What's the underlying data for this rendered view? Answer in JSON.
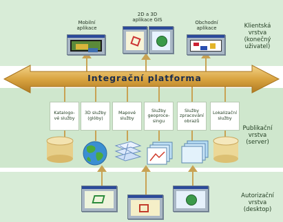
{
  "layers": {
    "client": [
      "Klientská",
      "vrstva",
      "(konečný",
      "uživatel)"
    ],
    "publication": [
      "Publikační",
      "vrstva",
      "(server)"
    ],
    "authorization": [
      "Autorizační",
      "vrstva",
      "(desktop)"
    ]
  },
  "apps": [
    [
      "Mobilní",
      "aplikace"
    ],
    [
      "2D a 3D",
      "aplikace GIS"
    ],
    [
      "Obchodní",
      "aplikace"
    ]
  ],
  "platform": "Integrační platforma",
  "services": [
    [
      "Katalogo-",
      "vé služby"
    ],
    [
      "3D služby",
      "(glóby)"
    ],
    [
      "Mapové",
      "služby"
    ],
    [
      "Služby",
      "geoproce-",
      "singu"
    ],
    [
      "Služby",
      "zpracování",
      "obrazů"
    ],
    [
      "Lokalizační",
      "služby"
    ]
  ],
  "colors": {
    "band": "#d8ecd7",
    "arrow_gold": "#d9a441",
    "arrow_dark": "#a8741f",
    "connector": "#c8a253",
    "window_bar": "#2b4a9a"
  }
}
